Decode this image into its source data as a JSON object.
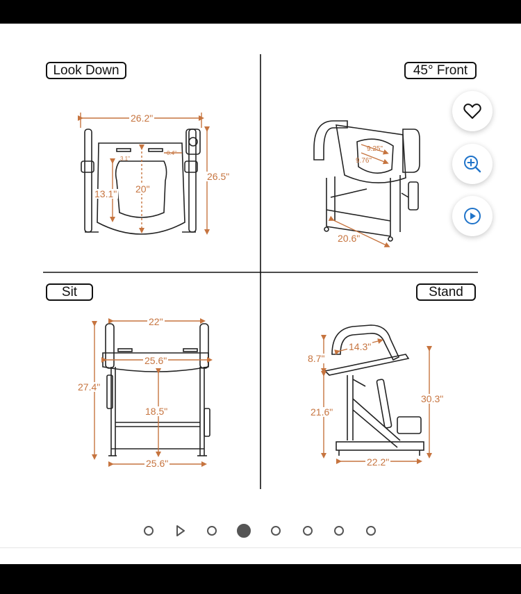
{
  "views": {
    "look_down": {
      "label": "Look Down",
      "width": "26.2\"",
      "depth": "26.5\"",
      "seat_depth": "20\"",
      "opening": "13.1\"",
      "small_left": "3.1\"",
      "small_right": "0.4\""
    },
    "front_45": {
      "label": "45° Front",
      "seat_a": "9.25\"",
      "seat_b": "9.76\"",
      "base": "20.6\""
    },
    "sit": {
      "label": "Sit",
      "arm_width": "22\"",
      "seat_width": "25.6\"",
      "height": "27.4\"",
      "seat_height": "18.5\"",
      "base_width": "25.6\""
    },
    "stand": {
      "label": "Stand",
      "handle": "14.3\"",
      "tilt": "8.7\"",
      "lower": "21.6\"",
      "total": "30.3\"",
      "base": "22.2\""
    }
  },
  "actions": {
    "favorite_icon": "heart-icon",
    "zoom_icon": "zoom-in-icon",
    "play_icon": "play-icon"
  },
  "carousel": {
    "count": 8,
    "active_index": 3,
    "video_index": 1
  },
  "colors": {
    "dimension": "#c6743f",
    "accent": "#1f73c9",
    "line": "#111111"
  }
}
